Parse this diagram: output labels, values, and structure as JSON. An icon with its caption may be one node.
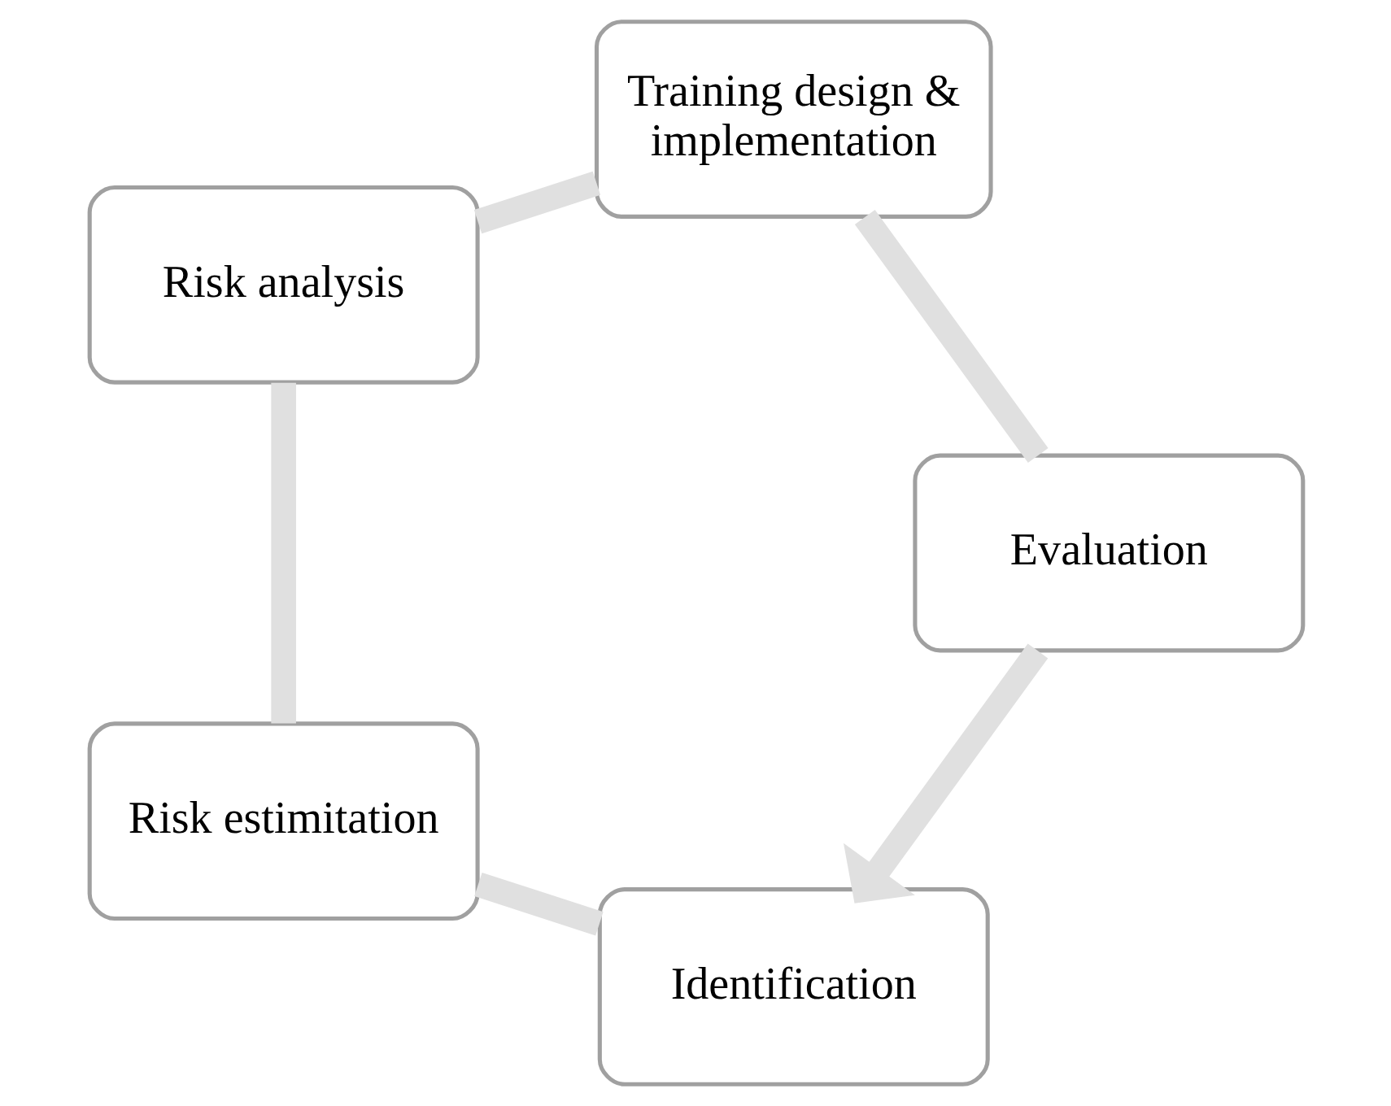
{
  "diagram": {
    "nodes": [
      {
        "text": [
          "Identification"
        ]
      },
      {
        "text": [
          "Risk estimitation"
        ]
      },
      {
        "text": [
          "Risk analysis"
        ]
      },
      {
        "text": [
          "Training design & implementation"
        ]
      },
      {
        "text": [
          "Evaluation"
        ]
      }
    ],
    "edges": [
      {
        "from": 0,
        "to": 1,
        "arrow": "none"
      },
      {
        "from": 1,
        "to": 2,
        "arrow": "none"
      },
      {
        "from": 2,
        "to": 3,
        "arrow": "none"
      },
      {
        "from": 3,
        "to": 4,
        "arrow": "none"
      },
      {
        "from": 4,
        "to": 0,
        "arrow": "to"
      }
    ]
  }
}
